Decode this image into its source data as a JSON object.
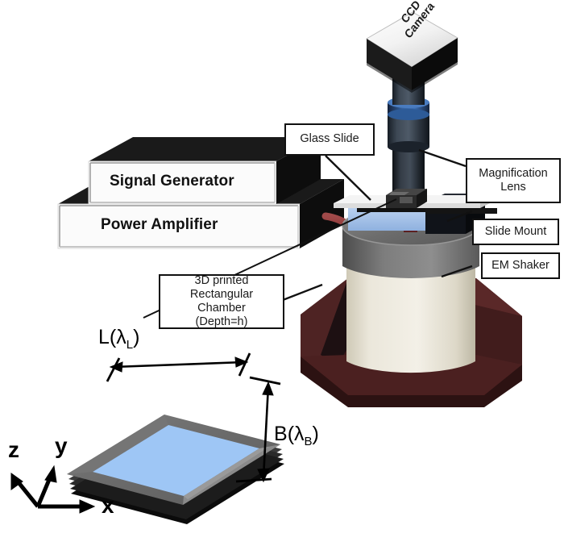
{
  "figure": {
    "title": "Experimental setup schematic",
    "background": "#ffffff"
  },
  "callouts": [
    {
      "name": "glass-slide",
      "lines": [
        "Glass Slide"
      ]
    },
    {
      "name": "magnification-lens",
      "lines": [
        "Magnification",
        "Lens"
      ]
    },
    {
      "name": "slide-mount",
      "lines": [
        "Slide Mount"
      ]
    },
    {
      "name": "em-shaker",
      "lines": [
        "EM Shaker"
      ]
    },
    {
      "name": "chamber",
      "lines": [
        "3D printed",
        "Rectangular Chamber",
        "(Depth=h)"
      ]
    }
  ],
  "equipment": {
    "signal_generator": "Signal Generator",
    "power_amplifier": "Power Amplifier",
    "camera_line1": "CCD",
    "camera_line2": "Camera"
  },
  "dimensions": {
    "length_symbol": "L",
    "length_lambda": "λ",
    "length_sub": "L",
    "breadth_symbol": "B",
    "breadth_lambda": "λ",
    "breadth_sub": "B",
    "depth_note": "(Depth=h)"
  },
  "axes": {
    "x": "x",
    "y": "y",
    "z": "z"
  },
  "colors": {
    "box_white": "#fbfbfb",
    "box_black": "#101010",
    "shaker_body": "#e9e5d8",
    "shaker_cap": "#6f6f6f",
    "shaker_base": "#4a2020",
    "cable": "#8f3535",
    "mount_blue": "#a8c4e8",
    "lens_dark": "#2b3440",
    "lens_ring": "#2f62a8",
    "chamber_fluid": "#9ec6f5",
    "chamber_frame": "#6e6e6e",
    "line_black": "#111111"
  }
}
